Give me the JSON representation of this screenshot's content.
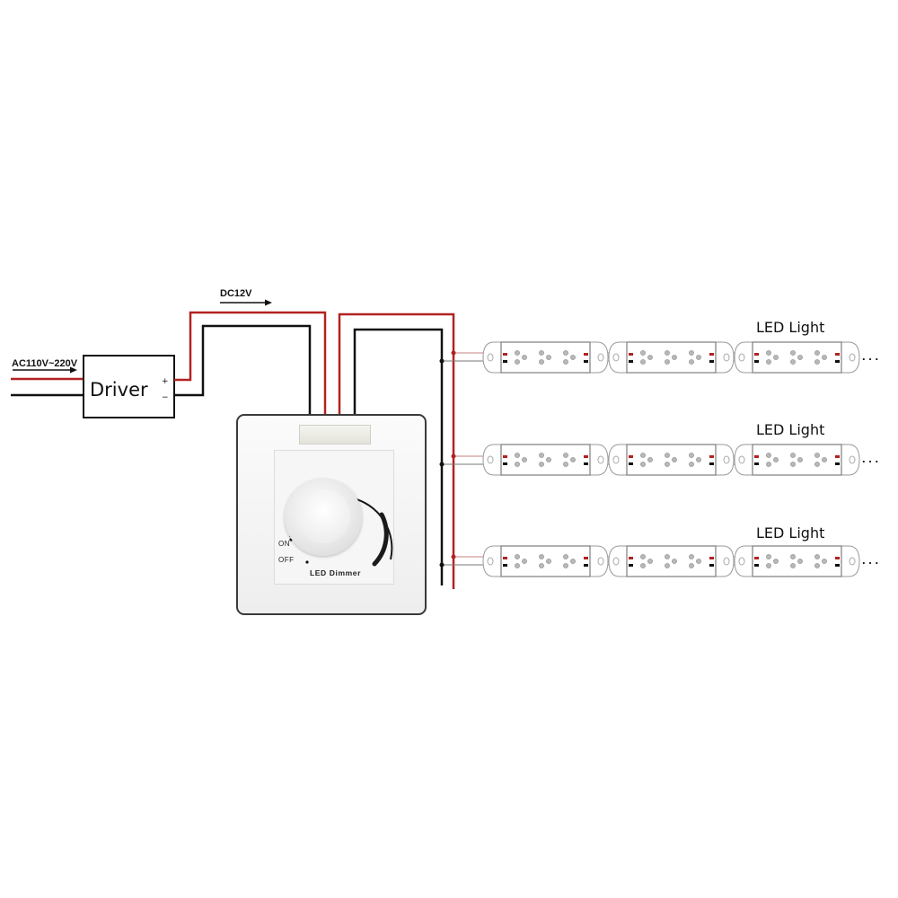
{
  "labels": {
    "ac_input": "AC110V~220V",
    "driver": "Driver",
    "driver_plus": "+",
    "driver_minus": "−",
    "dc_output": "DC12V",
    "led_rows": [
      "LED Light",
      "LED Light",
      "LED Light"
    ],
    "continuation": ". . ."
  },
  "dimmer": {
    "title": "LED Dimmer",
    "on_label": "ON",
    "off_label": "OFF"
  },
  "colors": {
    "positive_wire": "#b22222",
    "negative_wire": "#111111",
    "module_outline": "#8a8a8a",
    "led_dot": "#a9a9a9"
  },
  "layout": {
    "rows": 3,
    "modules_per_row": 3
  }
}
